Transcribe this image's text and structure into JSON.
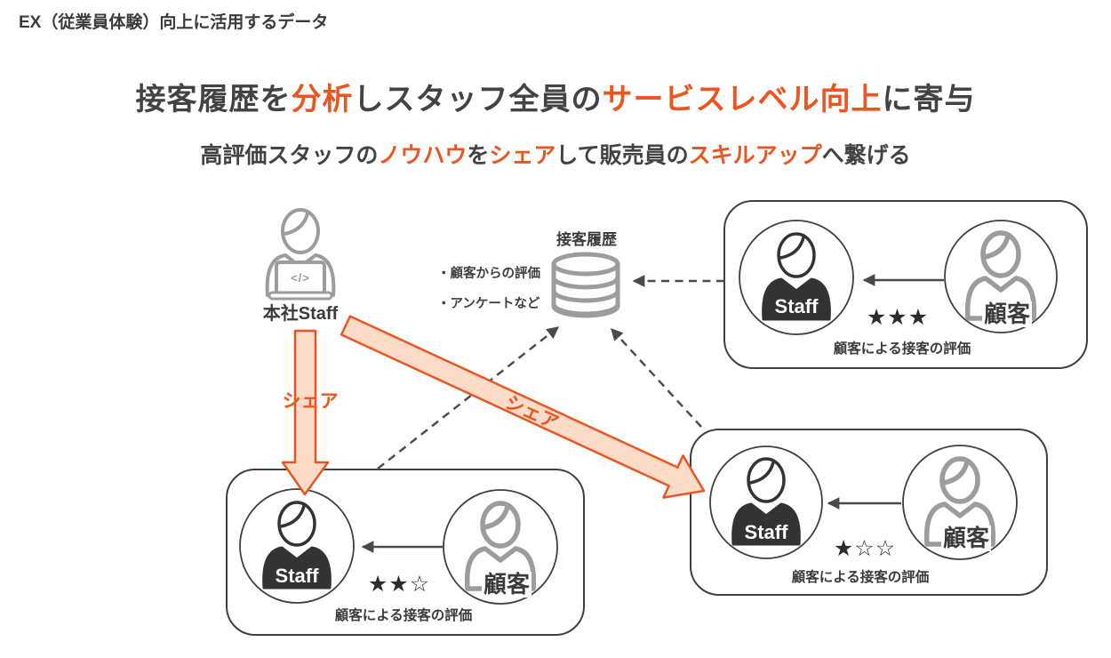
{
  "page": {
    "header_label": "EX（従業員体験）向上に活用するデータ"
  },
  "colors": {
    "accent": "#ea5520",
    "share_arrow_fill": "#fcdbc8",
    "gray_icon": "#9c9c9c",
    "dark_icon": "#333333",
    "dark_text": "#3b3b3b"
  },
  "title": {
    "seg_1": "接客履歴を",
    "seg_2_highlight": "分析",
    "seg_3": "しスタッフ全員の",
    "seg_4_highlight": "サービスレベル向上",
    "seg_5": "に寄与"
  },
  "subtitle": {
    "seg_1": "高評価スタッフの",
    "seg_2_highlight": "ノウハウ",
    "seg_3": "を",
    "seg_4_highlight": "シェア",
    "seg_5": "して販売員の",
    "seg_6_highlight": "スキルアップ",
    "seg_7": "へ繋げる"
  },
  "hq": {
    "label": "本社Staff",
    "laptop_glyph": "</>"
  },
  "database": {
    "label": "接客履歴",
    "bullet_1": "・顧客からの評価",
    "bullet_2": "・アンケートなど"
  },
  "share": {
    "vertical_label": "シェア",
    "diagonal_label": "シェア"
  },
  "shops": [
    {
      "name": "top-right",
      "staff_label": "Staff",
      "customer_label": "顧客",
      "stars": "★★★",
      "caption": "顧客による接客の評価"
    },
    {
      "name": "bottom-left",
      "staff_label": "Staff",
      "customer_label": "顧客",
      "stars": "★★☆",
      "caption": "顧客による接客の評価"
    },
    {
      "name": "bottom-right",
      "staff_label": "Staff",
      "customer_label": "顧客",
      "stars": "★☆☆",
      "caption": "顧客による接客の評価"
    }
  ]
}
